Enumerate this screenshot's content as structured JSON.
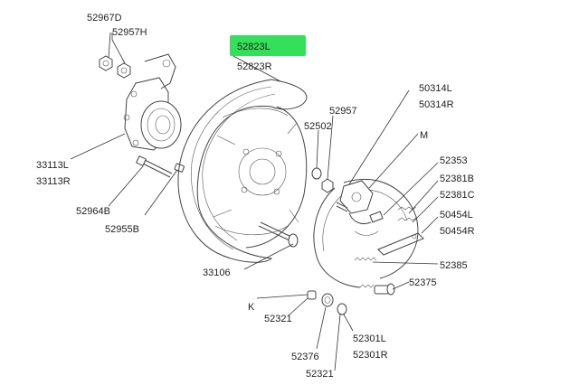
{
  "diagram": {
    "highlight_color": "#33e05a",
    "labels": {
      "p52967D": "52967D",
      "p52957H": "52957H",
      "p52823L": "52823L",
      "p52823R": "52823R",
      "p50314L": "50314L",
      "p50314R": "50314R",
      "p52957": "52957",
      "p52502": "52502",
      "pM": "M",
      "p52353": "52353",
      "p52381B": "52381B",
      "p52381C": "52381C",
      "p50454L": "50454L",
      "p50454R": "50454R",
      "p33113L": "33113L",
      "p33113R": "33113R",
      "p52964B": "52964B",
      "p52955B": "52955B",
      "p33106": "33106",
      "p52385": "52385",
      "p52375": "52375",
      "pK": "K",
      "p52321a": "52321",
      "p52301L": "52301L",
      "p52301R": "52301R",
      "p52376": "52376",
      "p52321b": "52321"
    }
  }
}
